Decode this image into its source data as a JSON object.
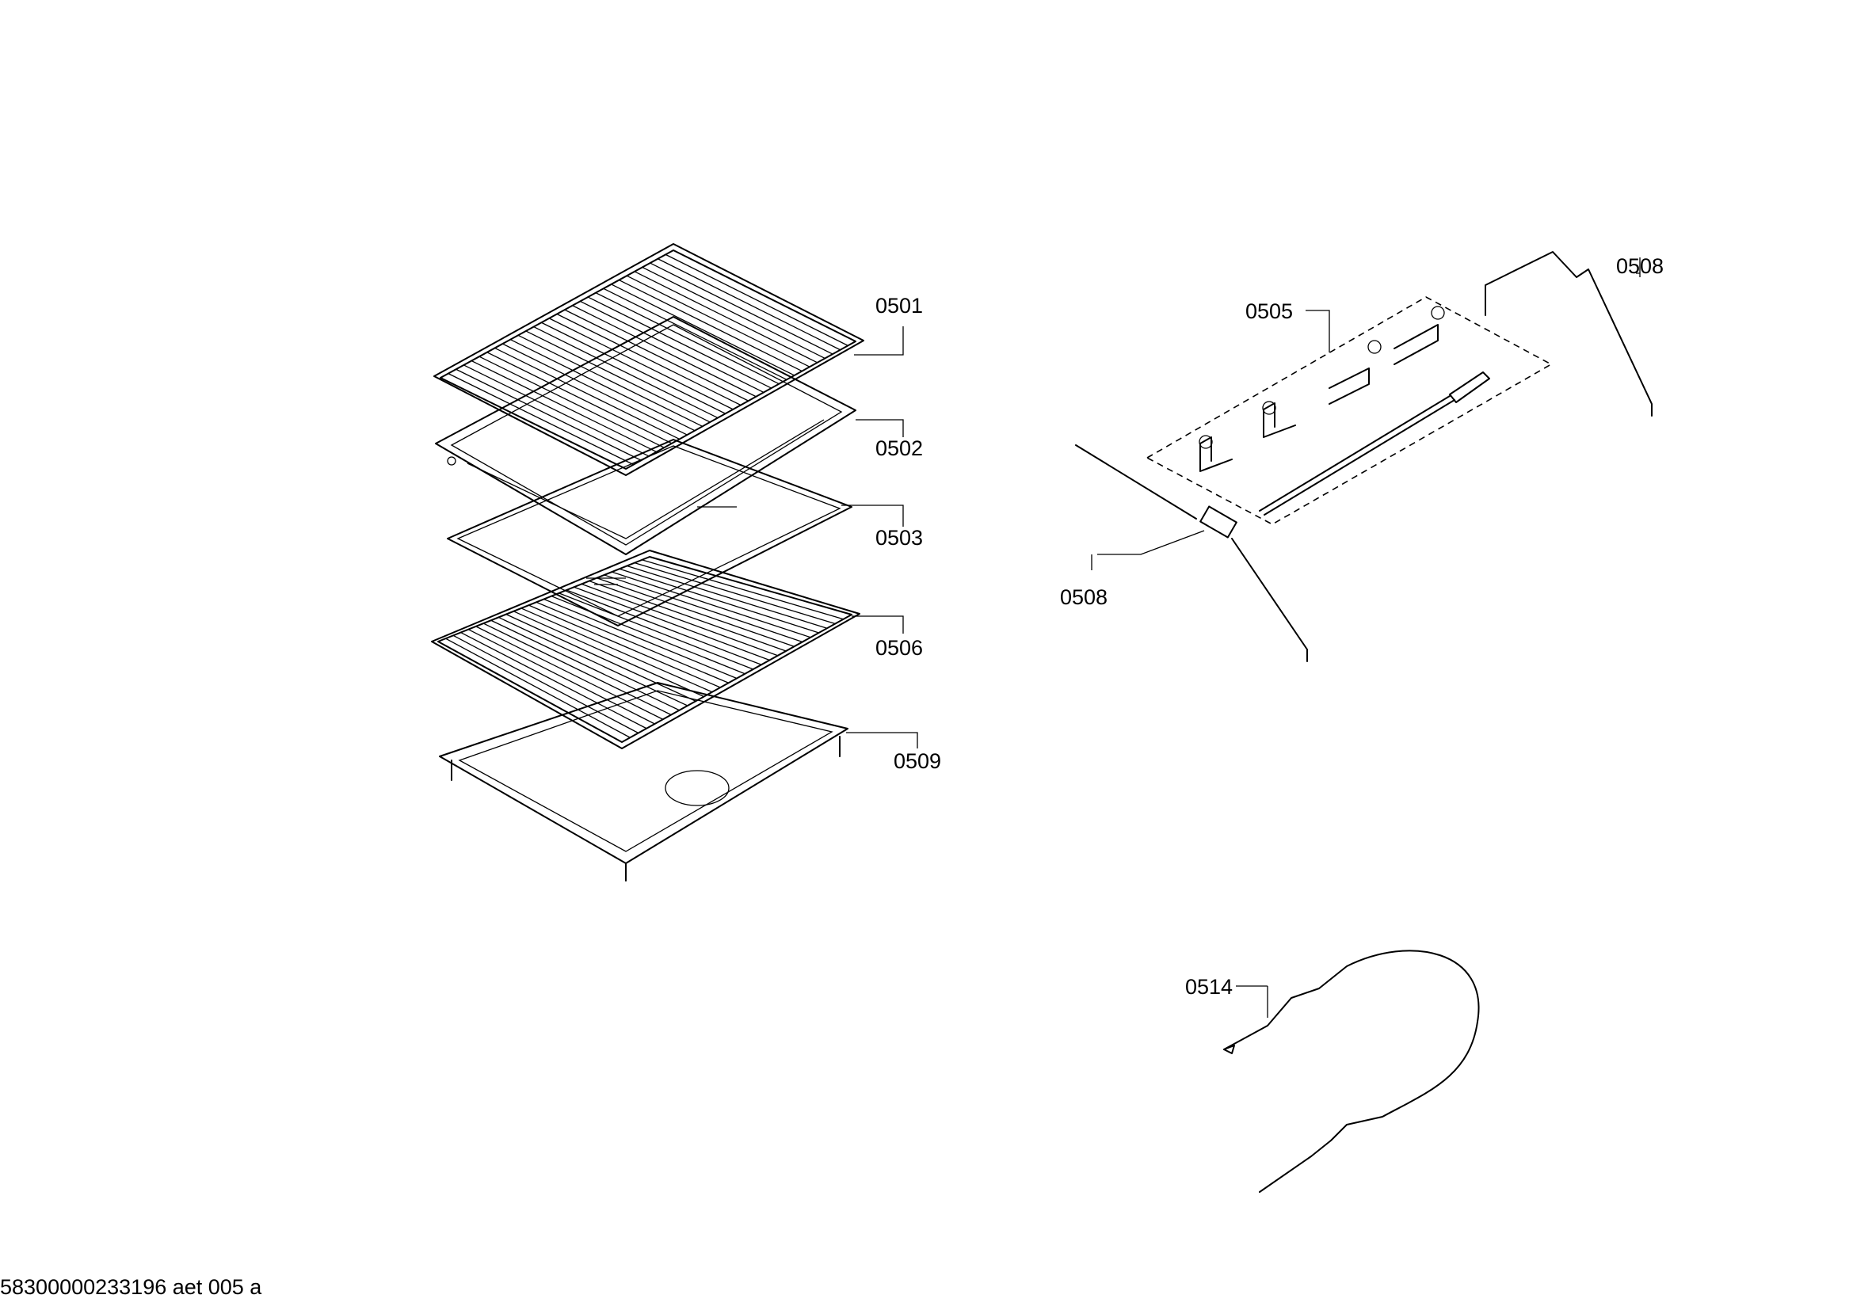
{
  "parts": {
    "p0501": "0501",
    "p0502": "0502",
    "p0503": "0503",
    "p0506": "0506",
    "p0509": "0509",
    "p0505": "0505",
    "p0508_top": "0508",
    "p0508_mid": "0508",
    "p0514": "0514"
  },
  "footer": {
    "doc_id": "58300000233196 aet 005 a"
  }
}
